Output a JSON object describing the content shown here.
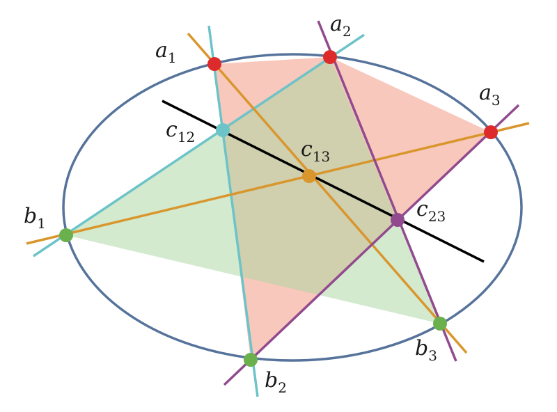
{
  "labels": {
    "a1": {
      "main": "a",
      "sub": "1"
    },
    "a2": {
      "main": "a",
      "sub": "2"
    },
    "a3": {
      "main": "a",
      "sub": "3"
    },
    "b1": {
      "main": "b",
      "sub": "1"
    },
    "b2": {
      "main": "b",
      "sub": "2"
    },
    "b3": {
      "main": "b",
      "sub": "3"
    },
    "c12": {
      "main": "c",
      "sub": "12"
    },
    "c13": {
      "main": "c",
      "sub": "13"
    },
    "c23": {
      "main": "c",
      "sub": "23"
    }
  },
  "colors": {
    "conic": "#56739b",
    "triangle_a_fill": "#f29a85",
    "triangle_b_fill": "#a8d5a0",
    "line_teal": "#6cc3c8",
    "line_orange": "#d9962d",
    "line_purple": "#914a8e",
    "pascal_line": "#000000",
    "point_a": "#dd2a2a",
    "point_b": "#6ab04c",
    "point_c12": "#6cc3c8",
    "point_c13": "#d9962d",
    "point_c23": "#914a8e"
  }
}
